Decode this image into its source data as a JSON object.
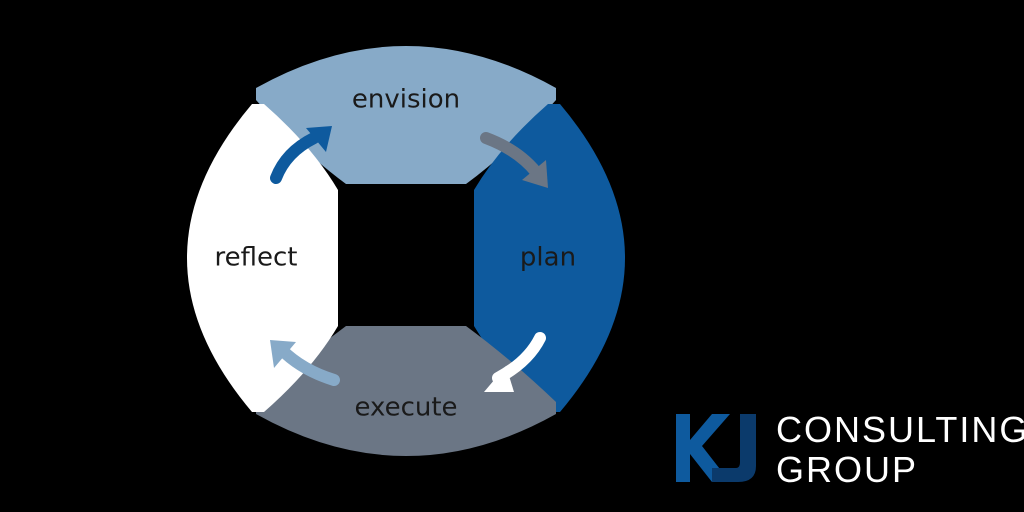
{
  "colors": {
    "background": "#000000",
    "envision": "#87aac8",
    "plan": "#0e5a9e",
    "execute": "#6b7685",
    "reflect": "#ffffff",
    "arrow_envision_to_plan": "#6b7685",
    "arrow_plan_to_execute": "#ffffff",
    "arrow_execute_to_reflect": "#87aac8",
    "arrow_reflect_to_envision": "#0e5a9e",
    "label_dark": "#1a1a1a",
    "logo_k": "#0e5a9e",
    "logo_j": "#0b3a6b",
    "logo_text": "#ffffff"
  },
  "cycle": {
    "segments": [
      {
        "key": "envision",
        "label": "envision"
      },
      {
        "key": "plan",
        "label": "plan"
      },
      {
        "key": "execute",
        "label": "execute"
      },
      {
        "key": "reflect",
        "label": "reflect"
      }
    ]
  },
  "logo": {
    "monogram": "KJ",
    "line1": "CONSULTING",
    "line2": "GROUP"
  }
}
